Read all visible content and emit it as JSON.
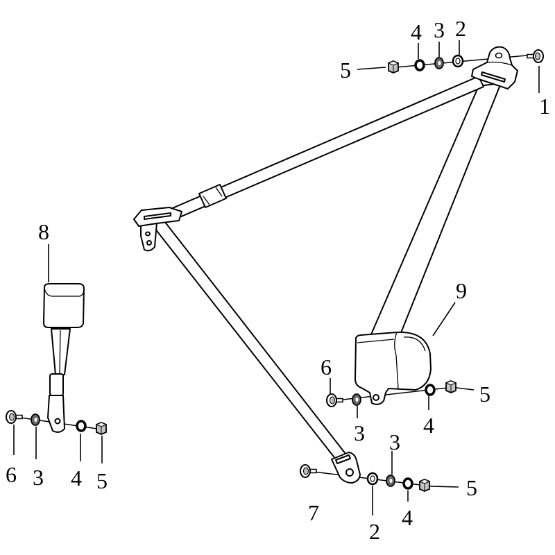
{
  "callouts": {
    "upper_anchor": {
      "washer_4": "4",
      "washer_3": "3",
      "washer_2": "2",
      "nut": "5",
      "bolt": "1"
    },
    "buckle": {
      "buckle": "8",
      "bolt": "6",
      "washer_3": "3",
      "washer_4": "4",
      "nut": "5"
    },
    "retractor": {
      "retractor": "9",
      "bolt": "6",
      "washer_3": "3",
      "washer_4": "4",
      "nut": "5"
    },
    "lower_anchor": {
      "washer_3": "3",
      "bolt": "7",
      "washer_2": "2",
      "washer_4": "4",
      "nut": "5"
    }
  },
  "colors": {
    "ink": "#000000",
    "paper": "#ffffff"
  }
}
